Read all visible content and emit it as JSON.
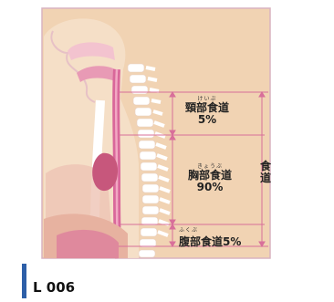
{
  "labels": {
    "cervical": {
      "ruby": "けいぶ",
      "name": "頸部食道",
      "percent": "5%"
    },
    "thoracic": {
      "ruby": "きょうぶ",
      "name": "胸部食道",
      "percent": "90%"
    },
    "abdominal": {
      "ruby": "ふくぶ",
      "name": "腹部食道",
      "percent": "5%"
    },
    "total": "食道"
  },
  "bottom_text": "L 006",
  "colors": {
    "background": "#f1d3b3",
    "border": "#d9b3c0",
    "esophagus": "#d9679a",
    "trachea": "#ffffff",
    "body_outline": "#e6bfc4",
    "spine": "#ffffff",
    "heart": "#c7577c",
    "guides": "#d86f9a",
    "marker": "#2d5fa8"
  }
}
